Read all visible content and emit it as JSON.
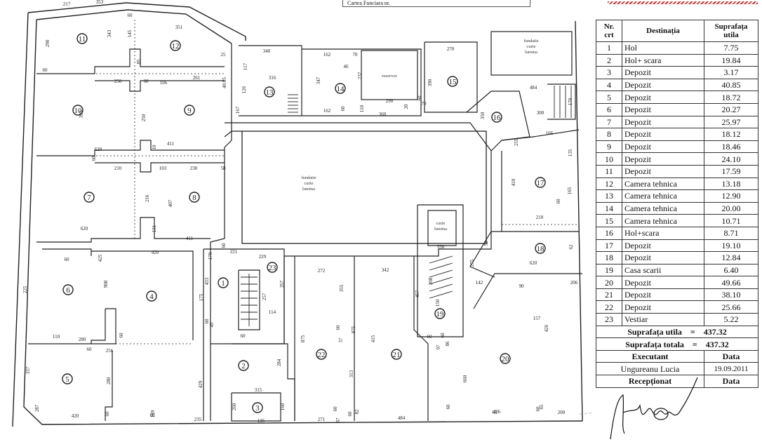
{
  "header": {
    "cadastre_label": "Cartea Funciara nr."
  },
  "plan": {
    "courtyard_label": [
      "fundatie",
      "curte",
      "lumina"
    ],
    "light_court_small": [
      "curte",
      "lumina"
    ],
    "top_court_label": [
      "fundatie",
      "curte",
      "lumina"
    ],
    "reservoir_label": "rezervor",
    "room_numbers": [
      "1",
      "2",
      "3",
      "4",
      "5",
      "6",
      "7",
      "8",
      "9",
      "10",
      "11",
      "12",
      "13",
      "14",
      "15",
      "16",
      "17",
      "18",
      "19",
      "20",
      "21",
      "22",
      "23"
    ],
    "dimensions": [
      "217",
      "353",
      "60",
      "290",
      "343",
      "145",
      "351",
      "25",
      "85",
      "60",
      "106",
      "250",
      "261",
      "60",
      "40.85",
      "393",
      "250",
      "411",
      "10",
      "60",
      "620",
      "210",
      "103",
      "230",
      "58",
      "216",
      "131",
      "407",
      "620",
      "411",
      "420",
      "60",
      "425",
      "225",
      "908",
      "60",
      "280",
      "110",
      "60",
      "256",
      "337",
      "280",
      "287",
      "420",
      "60",
      "60",
      "169",
      "235",
      "135",
      "160",
      "260",
      "315",
      "284",
      "429",
      "60",
      "45",
      "60",
      "175",
      "433",
      "170",
      "60",
      "221",
      "229",
      "357",
      "257",
      "114",
      "272",
      "355",
      "342",
      "875",
      "313",
      "37",
      "60",
      "875",
      "415",
      "457",
      "208",
      "142",
      "60",
      "97",
      "86",
      "60",
      "150",
      "550",
      "620",
      "90",
      "157",
      "426",
      "60",
      "65",
      "206",
      "62",
      "165",
      "60",
      "410",
      "210",
      "52",
      "275",
      "166",
      "255",
      "135",
      "350",
      "300",
      "170",
      "484",
      "270",
      "340",
      "117",
      "316",
      "126",
      "167",
      "162",
      "70",
      "46",
      "237",
      "347",
      "162",
      "360",
      "290",
      "70",
      "60",
      "390",
      "110",
      "60",
      "20",
      "60",
      "87",
      "271",
      "484",
      "660",
      "426",
      "60",
      "200",
      "60",
      "82",
      "60",
      "82"
    ]
  },
  "table": {
    "headers": {
      "nr": "Nr. crt",
      "dest": "Destinația",
      "area": "Suprafața utila"
    },
    "rows": [
      {
        "nr": "1",
        "dest": "Hol",
        "area": "7.75"
      },
      {
        "nr": "2",
        "dest": "Hol+ scara",
        "area": "19.84"
      },
      {
        "nr": "3",
        "dest": "Depozit",
        "area": "3.17"
      },
      {
        "nr": "4",
        "dest": "Depozit",
        "area": "40.85"
      },
      {
        "nr": "5",
        "dest": "Depozit",
        "area": "18.72"
      },
      {
        "nr": "6",
        "dest": "Depozit",
        "area": "20.27"
      },
      {
        "nr": "7",
        "dest": "Depozit",
        "area": "25.97"
      },
      {
        "nr": "8",
        "dest": "Depozit",
        "area": "18.12"
      },
      {
        "nr": "9",
        "dest": "Depozit",
        "area": "18.46"
      },
      {
        "nr": "10",
        "dest": "Depozit",
        "area": "24.10"
      },
      {
        "nr": "11",
        "dest": "Depozit",
        "area": "17.59"
      },
      {
        "nr": "12",
        "dest": "Camera tehnica",
        "area": "13.18"
      },
      {
        "nr": "13",
        "dest": "Camera tehnica",
        "area": "12.90"
      },
      {
        "nr": "14",
        "dest": "Camera tehnica",
        "area": "20.00"
      },
      {
        "nr": "15",
        "dest": "Camera tehnica",
        "area": "10.71"
      },
      {
        "nr": "16",
        "dest": "Hol+scara",
        "area": "8.71"
      },
      {
        "nr": "17",
        "dest": "Depozit",
        "area": "19.10"
      },
      {
        "nr": "18",
        "dest": "Depozit",
        "area": "12.84"
      },
      {
        "nr": "19",
        "dest": "Casa scarii",
        "area": "6.40"
      },
      {
        "nr": "20",
        "dest": "Depozit",
        "area": "49.66"
      },
      {
        "nr": "21",
        "dest": "Depozit",
        "area": "38.10"
      },
      {
        "nr": "22",
        "dest": "Depozit",
        "area": "25.66"
      },
      {
        "nr": "23",
        "dest": "Vestiar",
        "area": "5.22"
      }
    ],
    "useful_label": "Suprafața utila",
    "useful_eq": "=",
    "useful_value": "437.32",
    "total_label": "Suprafața totala",
    "total_eq": "=",
    "total_value": "437.32",
    "executant_label": "Executant",
    "date_label": "Data",
    "executant_name": "Ungureanu Lucia",
    "executant_date": "19.09.2011",
    "receptionat_label": "Recepționat",
    "date_label2": "Data"
  }
}
